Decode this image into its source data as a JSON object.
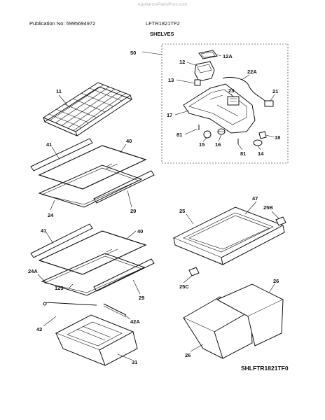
{
  "watermark": "AppliancePartsPros.com",
  "header": {
    "publication": "Publication No: 5995694972",
    "model": "LFTR1821TF2",
    "title": "SHELVES"
  },
  "footer_code": "SHLFTR1821TF0",
  "callouts": {
    "c50": "50",
    "c12A": "12A",
    "c12": "12",
    "c22A": "22A",
    "c13": "13",
    "c23": "23",
    "c21": "21",
    "c17": "17",
    "c81a": "81",
    "c15": "15",
    "c16": "16",
    "c81b": "81",
    "c18": "18",
    "c14": "14",
    "c11": "11",
    "c41a": "41",
    "c40a": "40",
    "c24": "24",
    "c29a": "29",
    "c25": "25",
    "c47": "47",
    "c25B": "25B",
    "c25C": "25C",
    "c41b": "41",
    "c40b": "40",
    "c24A": "24A",
    "c123": "123",
    "c29b": "29",
    "c42A": "42A",
    "c42": "42",
    "c31": "31",
    "c26a": "26",
    "c26b": "26"
  }
}
